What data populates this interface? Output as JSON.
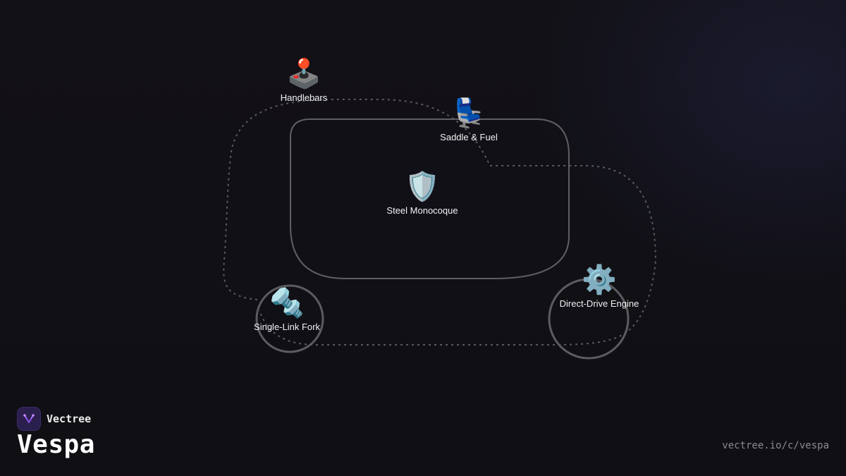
{
  "brand": {
    "name": "Vectree",
    "icon": "vectree-logo-icon",
    "accent": "#8b5cf6"
  },
  "title": "Vespa",
  "url": "vectree.io/c/vespa",
  "colors": {
    "background": "#121117",
    "outline": "#5f5f63",
    "dashed": "#5a5a5e"
  },
  "nodes": [
    {
      "id": "handlebars",
      "label": "Handlebars",
      "emoji": "🕹️",
      "icon": "joystick-icon"
    },
    {
      "id": "saddle",
      "label": "Saddle & Fuel",
      "emoji": "💺",
      "icon": "seat-icon"
    },
    {
      "id": "monocoque",
      "label": "Steel Monocoque",
      "emoji": "🛡️",
      "icon": "shield-icon"
    },
    {
      "id": "fork",
      "label": "Single-Link Fork",
      "emoji": "🔩",
      "icon": "bolt-icon"
    },
    {
      "id": "engine",
      "label": "Direct-Drive Engine",
      "emoji": "⚙️",
      "icon": "gear-icon"
    }
  ]
}
